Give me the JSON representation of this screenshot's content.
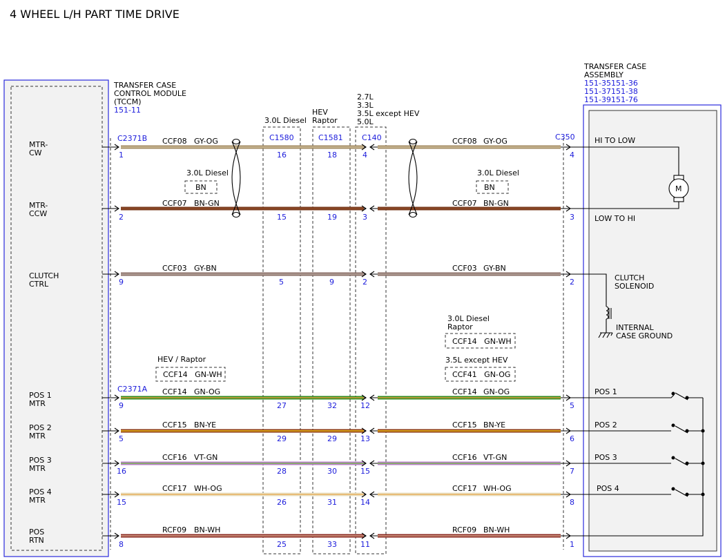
{
  "title": "4 WHEEL L/H PART TIME DRIVE",
  "tccm": {
    "name_lines": [
      "TRANSFER CASE",
      "CONTROL MODULE",
      "(TCCM)"
    ],
    "ref": "151-11"
  },
  "transfer_case": {
    "name_lines": [
      "TRANSFER CASE",
      "ASSEMBLY"
    ],
    "refs": [
      "151-35151-36",
      "151-37151-38",
      "151-39151-76"
    ]
  },
  "connectors": {
    "c2371b": "C2371B",
    "c2371a": "C2371A",
    "c1580": "C1580",
    "c1581": "C1581",
    "c140": "C140",
    "c350": "C350"
  },
  "variants": {
    "c1580": [
      "3.0L Diesel"
    ],
    "c1581": [
      "HEV",
      "Raptor"
    ],
    "c140": [
      "2.7L",
      "3.3L",
      "3.5L except HEV",
      "5.0L"
    ]
  },
  "left_labels": {
    "mtr_cw": [
      "MTR-",
      "CW"
    ],
    "mtr_ccw": [
      "MTR-",
      "CCW"
    ],
    "clutch": [
      "CLUTCH",
      "CTRL"
    ],
    "pos1": [
      "POS 1",
      "MTR"
    ],
    "pos2": [
      "POS 2",
      "MTR"
    ],
    "pos3": [
      "POS 3",
      "MTR"
    ],
    "pos4": [
      "POS 4",
      "MTR"
    ],
    "rtn": [
      "POS",
      "RTN"
    ]
  },
  "right_labels": {
    "hi_to_low": "HI TO LOW",
    "low_to_hi": "LOW TO HI",
    "clutch_solenoid": [
      "CLUTCH",
      "SOLENOID"
    ],
    "ground": [
      "INTERNAL",
      "CASE GROUND"
    ],
    "motor": "M",
    "pos1": "POS 1",
    "pos2": "POS 2",
    "pos3": "POS 3",
    "pos4": "POS 4"
  },
  "circuits": [
    {
      "id": "cw",
      "left_code": "CCF08",
      "left_color": "GY-OG",
      "right_code": "CCF08",
      "right_color": "GY-OG",
      "pins": {
        "tccm": "1",
        "c1580": "16",
        "c1581": "18",
        "c140": "4",
        "c350": "4"
      },
      "wire_color": "#a38b62",
      "stripe": "#d2c2a0"
    },
    {
      "id": "ccw",
      "left_code": "CCF07",
      "left_color": "BN-GN",
      "right_code": "CCF07",
      "right_color": "BN-GN",
      "pins": {
        "tccm": "2",
        "c1580": "15",
        "c1581": "19",
        "c140": "3",
        "c350": "3"
      },
      "wire_color": "#7a3b1e",
      "stripe": "#8e4a26"
    },
    {
      "id": "clutch",
      "left_code": "CCF03",
      "left_color": "GY-BN",
      "right_code": "CCF03",
      "right_color": "GY-BN",
      "pins": {
        "tccm": "9",
        "c1580": "5",
        "c1581": "9",
        "c140": "2",
        "c350": "2"
      },
      "wire_color": "#8a6e66",
      "stripe": "#b8a8a0"
    },
    {
      "id": "pos1",
      "left_code": "CCF14",
      "left_color": "GN-OG",
      "right_code": "CCF14",
      "right_color": "GN-OG",
      "pins": {
        "tccm": "9",
        "c1580": "27",
        "c1581": "32",
        "c140": "12",
        "c350": "5"
      },
      "wire_color": "#2e8b1e",
      "stripe": "#e0a040"
    },
    {
      "id": "pos2",
      "left_code": "CCF15",
      "left_color": "BN-YE",
      "right_code": "CCF15",
      "right_color": "BN-YE",
      "pins": {
        "tccm": "5",
        "c1580": "29",
        "c1581": "29",
        "c140": "13",
        "c350": "6"
      },
      "wire_color": "#8b3a12",
      "stripe": "#f0c020"
    },
    {
      "id": "pos3",
      "left_code": "CCF16",
      "left_color": "VT-GN",
      "right_code": "CCF16",
      "right_color": "VT-GN",
      "pins": {
        "tccm": "16",
        "c1580": "28",
        "c1581": "30",
        "c140": "15",
        "c350": "7"
      },
      "wire_color": "#b880c8",
      "stripe": "#78b850"
    },
    {
      "id": "pos4",
      "left_code": "CCF17",
      "left_color": "WH-OG",
      "right_code": "CCF17",
      "right_color": "WH-OG",
      "pins": {
        "tccm": "15",
        "c1580": "26",
        "c1581": "31",
        "c140": "14",
        "c350": "8"
      },
      "wire_color": "#e8dfc0",
      "stripe": "#e8b060"
    },
    {
      "id": "rtn",
      "left_code": "RCF09",
      "left_color": "BN-WH",
      "right_code": "RCF09",
      "right_color": "BN-WH",
      "pins": {
        "tccm": "8",
        "c1580": "25",
        "c1581": "33",
        "c140": "11",
        "c350": "1"
      },
      "wire_color": "#8b2a22",
      "stripe": "#d8a890"
    }
  ],
  "alt_notes": {
    "left_diesel_label": "3.0L Diesel",
    "left_diesel_box": "BN",
    "right_diesel_label": "3.0L Diesel",
    "right_diesel_box": "BN",
    "hev_raptor_label": "HEV / Raptor",
    "hev_raptor_box": "CCF14   GN-WH",
    "diesel_raptor_label": [
      "3.0L Diesel",
      "Raptor"
    ],
    "diesel_raptor_box": "CCF14   GN-WH",
    "except_hev_label": "3.5L except HEV",
    "except_hev_box": "CCF41   GN-OG"
  }
}
